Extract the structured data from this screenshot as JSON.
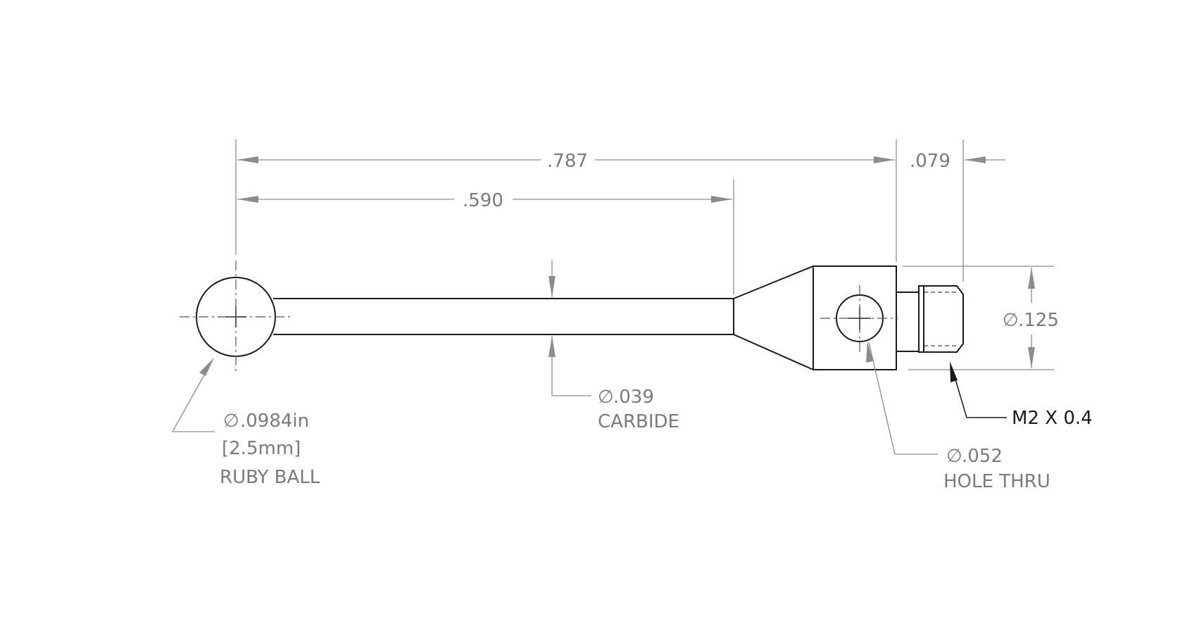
{
  "dimensions": {
    "overall_length": ".787",
    "shank_length": ".590",
    "thread_length": ".079",
    "body_diameter": ".125",
    "stem_diameter": ".039",
    "stem_material": "CARBIDE",
    "ball_diameter_in": ".0984in",
    "ball_diameter_mm": "[2.5mm]",
    "ball_material": "RUBY BALL",
    "hole_diameter": ".052",
    "hole_note": "HOLE THRU",
    "thread_spec": "M2 X 0.4"
  },
  "symbols": {
    "diameter": "∅"
  }
}
